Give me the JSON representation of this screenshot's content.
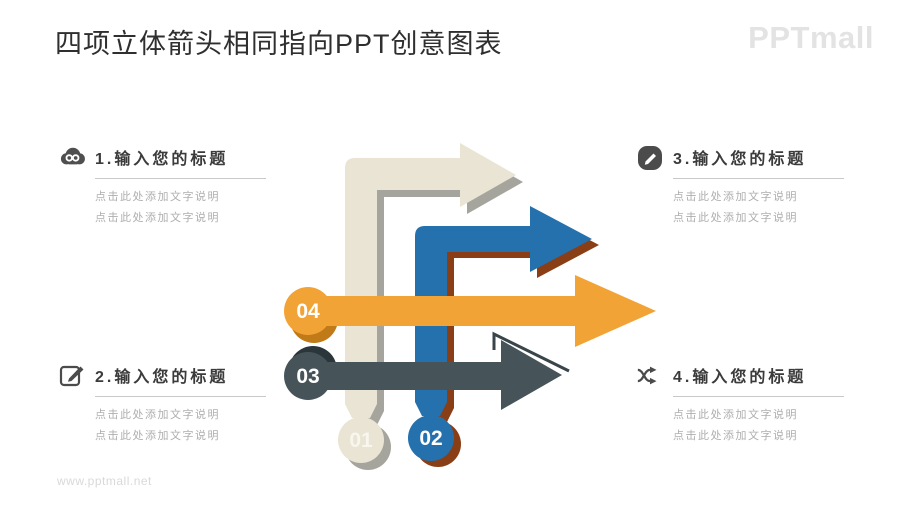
{
  "header": {
    "title": "四项立体箭头相同指向PPT创意图表",
    "logo": "PPTmall"
  },
  "footer": {
    "watermark": "www.pptmall.net"
  },
  "blocks": [
    {
      "icon": "cloud-icon",
      "title": "1.输入您的标题",
      "desc": [
        "点击此处添加文字说明",
        "点击此处添加文字说明"
      ]
    },
    {
      "icon": "edit-square-icon",
      "title": "2.输入您的标题",
      "desc": [
        "点击此处添加文字说明",
        "点击此处添加文字说明"
      ]
    },
    {
      "icon": "edit-pencil-circle-icon",
      "title": "3.输入您的标题",
      "desc": [
        "点击此处添加文字说明",
        "点击此处添加文字说明"
      ]
    },
    {
      "icon": "shuffle-icon",
      "title": "4.输入您的标题",
      "desc": [
        "点击此处添加文字说明",
        "点击此处添加文字说明"
      ]
    }
  ],
  "diagram": {
    "description": "four 3D arrows all pointing right",
    "arrows": [
      {
        "label": "01",
        "direction": "up-then-right",
        "color": "#E9E4D3",
        "shadow_color": "#A5A59D"
      },
      {
        "label": "02",
        "direction": "up-then-right",
        "color": "#2471AE",
        "shadow_color": "#8A3E15"
      },
      {
        "label": "03",
        "direction": "right",
        "color": "#46545A",
        "shadow_color": "#2B363B"
      },
      {
        "label": "04",
        "direction": "right",
        "color": "#F2A335",
        "shadow_color": "#C07A17"
      }
    ]
  }
}
